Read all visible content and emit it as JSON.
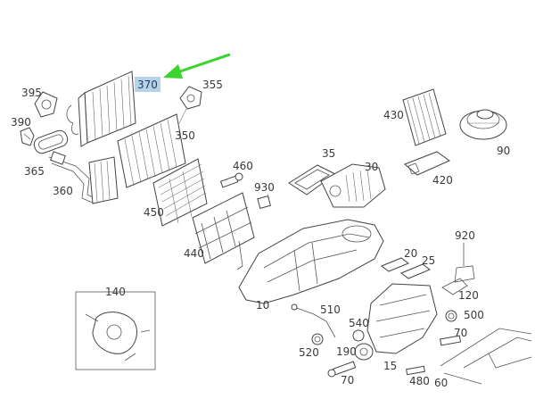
{
  "diagram": {
    "highlight_color": "#b7d3ea",
    "arrow_color": "#3bd42c",
    "labels": {
      "p395": "395",
      "p390": "390",
      "p365": "365",
      "p360": "360",
      "p370": "370",
      "p355": "355",
      "p350": "350",
      "p460": "460",
      "p930": "930",
      "p450": "450",
      "p440": "440",
      "p35": "35",
      "p30": "30",
      "p430": "430",
      "p420": "420",
      "p90": "90",
      "p920": "920",
      "p20": "20",
      "p25": "25",
      "p10": "10",
      "p120": "120",
      "p140": "140",
      "p510": "510",
      "p540": "540",
      "p500": "500",
      "p520": "520",
      "p190": "190",
      "p70a": "70",
      "p15": "15",
      "p70b": "70",
      "p480": "480",
      "p60": "60"
    }
  }
}
